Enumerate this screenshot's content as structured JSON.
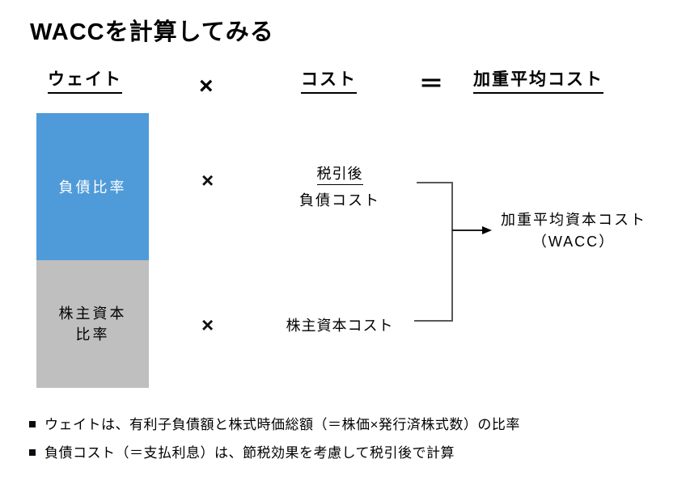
{
  "slide": {
    "title": "WACCを計算してみる"
  },
  "header": {
    "weight": "ウェイト",
    "multiply": "×",
    "cost": "コスト",
    "equals": "＝",
    "weighted_avg_cost": "加重平均コスト"
  },
  "bar": {
    "debt_label": "負債比率",
    "equity_label_line1": "株主資本",
    "equity_label_line2": "比率",
    "debt_color": "#4F9BD9",
    "equity_color": "#BFBFBF"
  },
  "middle": {
    "multiply_debt": "×",
    "multiply_equity": "×",
    "debt_cost_line1": "税引後",
    "debt_cost_line2": "負債コスト",
    "equity_cost": "株主資本コスト"
  },
  "result": {
    "line1": "加重平均資本コスト",
    "line2": "（WACC）"
  },
  "notes": [
    {
      "text": "ウェイトは、有利子負債額と株式時価総額（＝株価×発行済株式数）の比率"
    },
    {
      "text": "負債コスト（＝支払利息）は、節税効果を考慮して税引後で計算"
    }
  ],
  "connector": {
    "line_color": "#595959",
    "arrow_color": "#000000"
  }
}
